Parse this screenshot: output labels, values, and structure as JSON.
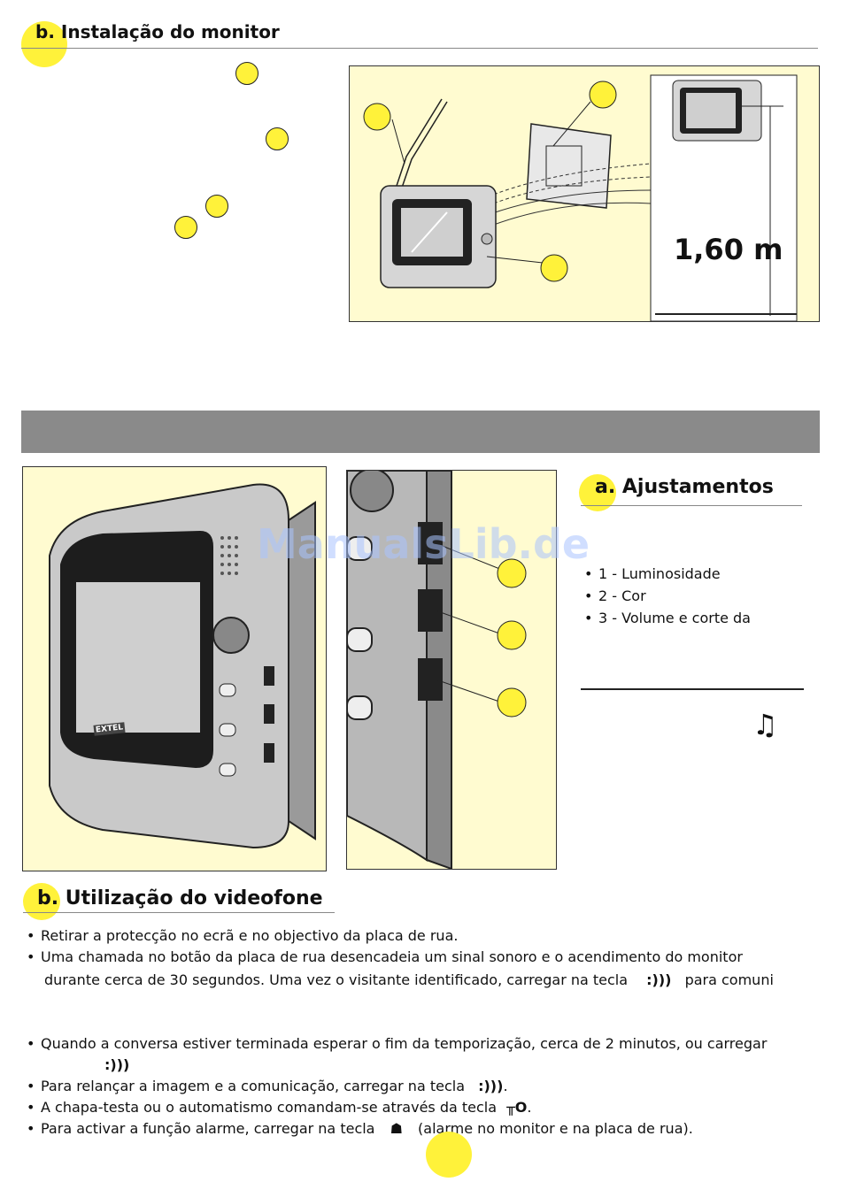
{
  "install": {
    "letter": "b.",
    "title": "Instalação do monitor",
    "height_label": "1,60 m"
  },
  "adjust": {
    "letter": "a.",
    "title": "Ajustamentos",
    "items": [
      "1 - Luminosidade",
      "2 - Cor",
      "3 - Volume e corte da"
    ],
    "music_icon": "♫"
  },
  "usage": {
    "letter": "b.",
    "title": "Utilização do videofone",
    "b1": "Retirar a protecção no ecrã e no objectivo da placa de rua.",
    "b2_line1": "Uma chamada no botão da placa de rua desencadeia um sinal sonoro e o acendimento do monitor",
    "b2_line2": "durante cerca de 30 segundos. Uma vez o visitante identificado, carregar na tecla",
    "b2_line2_end": "para comuni",
    "b3": "Quando a conversa estiver terminada esperar o fim da temporização, cerca de 2 minutos, ou carregar",
    "b4": "Para relançar a imagem e a comunicação, carregar na tecla",
    "b4_end": ".",
    "b5": "A chapa-testa ou o automatismo comandam-se através da tecla",
    "b5_end": ".",
    "b6": "Para activar a função alarme, carregar na tecla",
    "b6_end": "(alarme no monitor e na placa de rua)."
  },
  "watermark": "ManualsLib.de",
  "brand": "EXTEL",
  "colors": {
    "yellow": "#fff23a",
    "figure_bg": "#fffbd0",
    "band": "#8a8a8a"
  }
}
